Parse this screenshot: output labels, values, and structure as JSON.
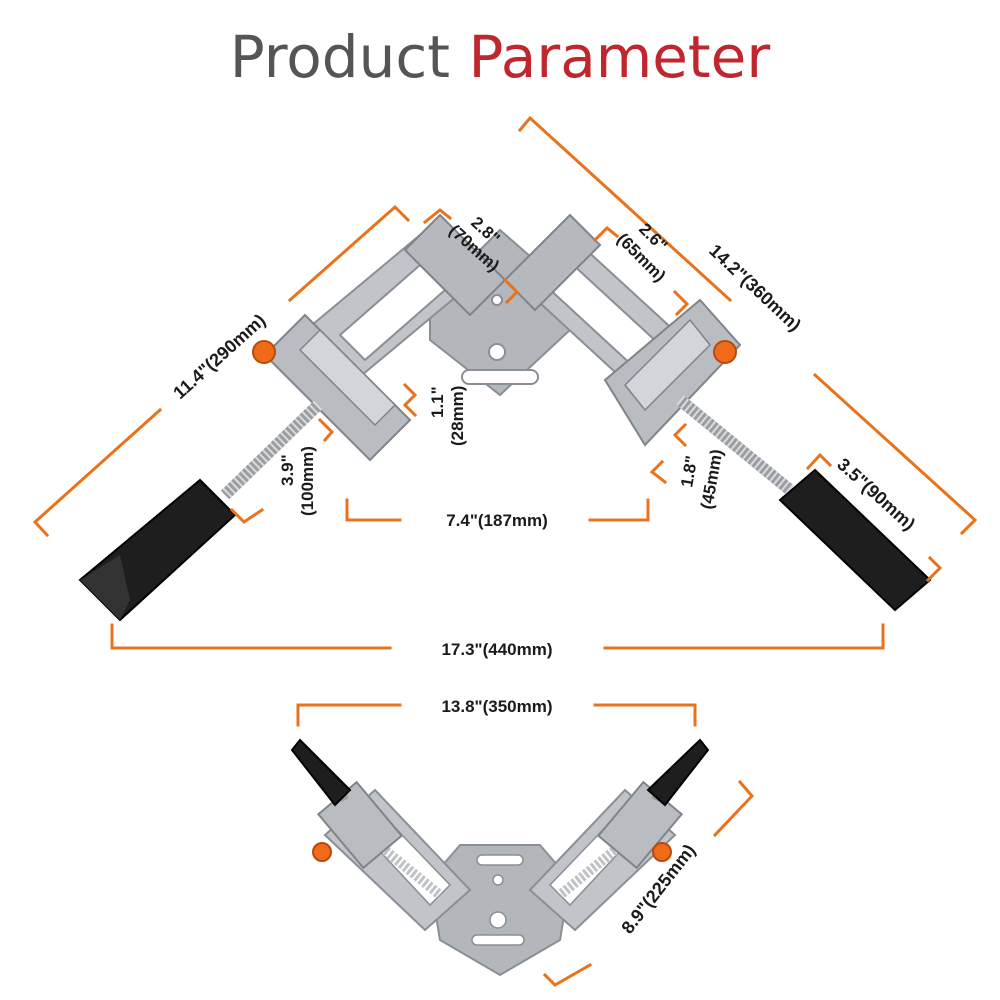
{
  "title": {
    "part1": "Product",
    "part2": "Parameter"
  },
  "colors": {
    "title_gray": "#555555",
    "title_red": "#c0262d",
    "dimension_line": "#e8731c",
    "aluminum": "#a9adb2",
    "handle": "#1e1e1e",
    "knob": "#f06a1a"
  },
  "dimensions": {
    "d_28": {
      "imperial": "2.8\"",
      "metric": "(70mm)"
    },
    "d_26": {
      "imperial": "2.6\"",
      "metric": "(65mm)"
    },
    "d_142": {
      "label": "14.2\"(360mm)"
    },
    "d_114": {
      "label": "11.4\"(290mm)"
    },
    "d_11": {
      "imperial": "1.1\"",
      "metric": "(28mm)"
    },
    "d_39": {
      "imperial": "3.9\"",
      "metric": "(100mm)"
    },
    "d_74": {
      "label": "7.4\"(187mm)"
    },
    "d_18": {
      "imperial": "1.8\"",
      "metric": "(45mm)"
    },
    "d_35": {
      "label": "3.5\"(90mm)"
    },
    "d_173": {
      "label": "17.3\"(440mm)"
    },
    "d_138": {
      "label": "13.8\"(350mm)"
    },
    "d_89": {
      "label": "8.9\"(225mm)"
    }
  }
}
